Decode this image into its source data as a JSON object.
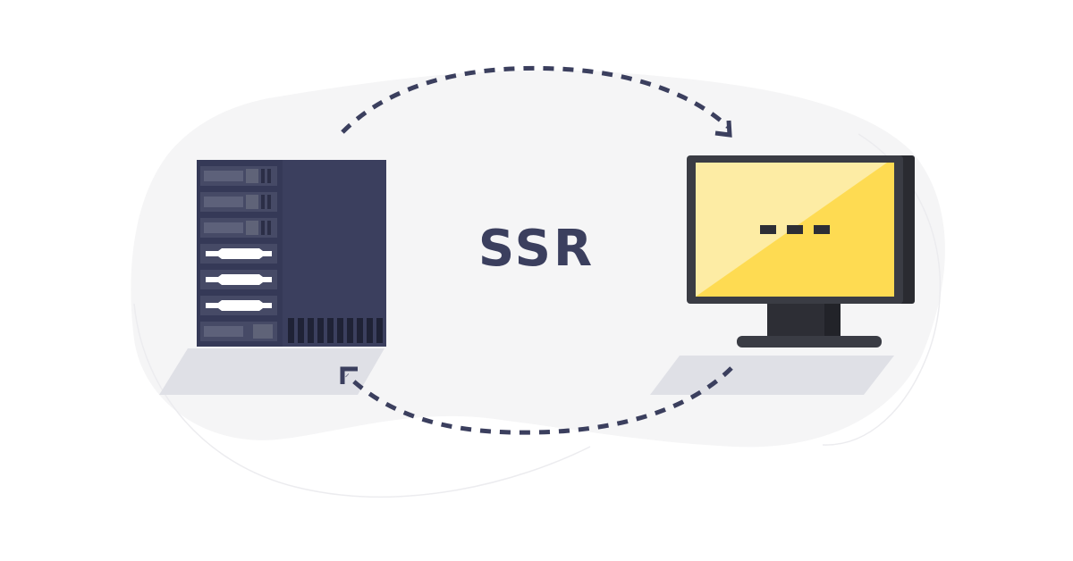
{
  "diagram": {
    "label": "SSR",
    "colors": {
      "background": "#ffffff",
      "blob": "#f5f5f6",
      "blob_outline": "#ececef",
      "shadow": "#dfe0e6",
      "server_body": "#3b3f5e",
      "server_side": "#343856",
      "server_slot": "#565a72",
      "server_slot_light": "#ffffff",
      "monitor_frame": "#3a3c44",
      "monitor_side": "#2a2b31",
      "screen_light": "#fdeca4",
      "screen_main": "#fedb52",
      "arrow": "#3b3f5e",
      "text": "#3b3f5e"
    },
    "nodes": [
      {
        "name": "server",
        "icon": "server-rack-icon"
      },
      {
        "name": "client",
        "icon": "desktop-monitor-icon"
      }
    ],
    "edges": [
      {
        "from": "server",
        "to": "client",
        "style": "dashed-arrow"
      },
      {
        "from": "client",
        "to": "server",
        "style": "dashed-arrow"
      }
    ]
  }
}
